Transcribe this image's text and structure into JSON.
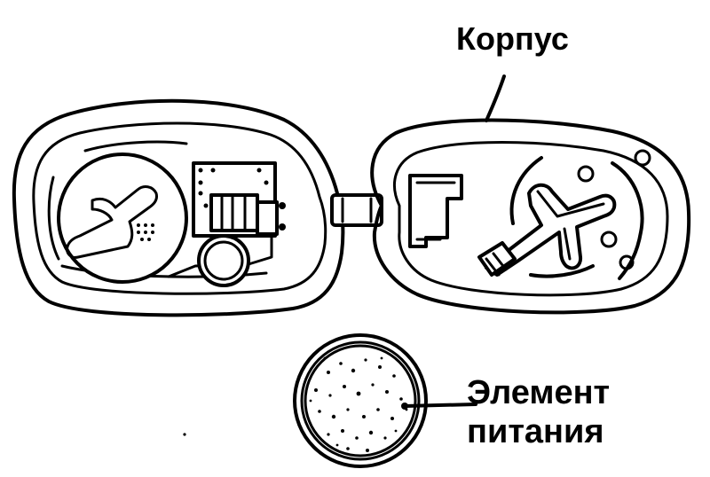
{
  "labels": {
    "housing": "Корпус",
    "power_element_line1": "Элемент",
    "power_element_line2": "питания"
  }
}
